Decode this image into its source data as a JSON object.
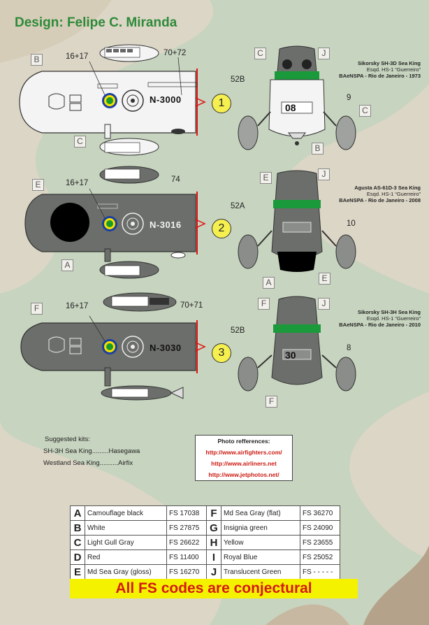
{
  "title": "Design: Felipe C. Miranda",
  "profiles": [
    {
      "number": "1",
      "serial": "N-3000",
      "left_tags": {
        "top": "B",
        "bottom": "C"
      },
      "callouts": {
        "left": "16+17",
        "right": "70+72"
      },
      "front_tags": {
        "top_left": "C",
        "top_right": "J",
        "right": "C",
        "bottom": "B"
      },
      "front_callouts": {
        "left": "52B",
        "right": "9"
      },
      "nose_code": "08",
      "info": [
        "Sikorsky SH-3D Sea King",
        "Esqd. HS-1 “Guerreiro”",
        "BAeNSPA - Rio de Janeiro - 1973"
      ]
    },
    {
      "number": "2",
      "serial": "N-3016",
      "left_tags": {
        "top": "E",
        "bottom": "A"
      },
      "callouts": {
        "left": "16+17",
        "right": "74"
      },
      "front_tags": {
        "top_left": "E",
        "top_right": "J",
        "bottom_left": "A",
        "bottom_right": "E"
      },
      "front_callouts": {
        "left": "52A",
        "right": "10"
      },
      "nose_code": "",
      "info": [
        "Agusta AS-61D-3 Sea King",
        "Esqd. HS-1 “Guerreiro”",
        "BAeNSPA - Rio de Janeiro - 2008"
      ]
    },
    {
      "number": "3",
      "serial": "N-3030",
      "left_tags": {
        "top": "F"
      },
      "callouts": {
        "left": "16+17",
        "right": "70+71"
      },
      "front_tags": {
        "top_left": "F",
        "top_right": "J",
        "bottom": "F"
      },
      "front_callouts": {
        "left": "52B",
        "right": "8"
      },
      "nose_code": "30",
      "info": [
        "Sikorsky SH-3H Sea King",
        "Esqd. HS-1 “Guerreiro”",
        "BAeNSPA - Rio de Janeiro - 2010"
      ]
    }
  ],
  "kits": {
    "heading": "Suggested kits:",
    "items": [
      "SH-3H Sea King.........Hasegawa",
      "Westland Sea King..........Airfix"
    ]
  },
  "photo_refs": {
    "heading": "Photo refferences:",
    "links": [
      "http://www.airfighters.com/",
      "http://www.airliners.net",
      "http://www.jetphotos.net/"
    ]
  },
  "legend": [
    {
      "l": "A",
      "name": "Camouflage black",
      "fs": "FS 17038",
      "l2": "F",
      "name2": "Md Sea Gray (flat)",
      "fs2": "FS 36270"
    },
    {
      "l": "B",
      "name": "White",
      "fs": "FS 27875",
      "l2": "G",
      "name2": "Insignia green",
      "fs2": "FS 24090"
    },
    {
      "l": "C",
      "name": "Light Gull Gray",
      "fs": "FS 26622",
      "l2": "H",
      "name2": "Yellow",
      "fs2": "FS 23655"
    },
    {
      "l": "D",
      "name": "Red",
      "fs": "FS 11400",
      "l2": "I",
      "name2": "Royal Blue",
      "fs2": "FS 25052"
    },
    {
      "l": "E",
      "name": "Md Sea Gray (gloss)",
      "fs": "FS 16270",
      "l2": "J",
      "name2": "Translucent Green",
      "fs2": "FS - - - - -"
    }
  ],
  "warning": "All FS codes are conjectural",
  "colors": {
    "title": "#2e8a3a",
    "link": "#cc1a12",
    "warning_bg": "#f5f200",
    "warning_text": "#d41a10",
    "dark_gray": "#6b6e6a",
    "white_scheme": "#f4f4f4"
  }
}
